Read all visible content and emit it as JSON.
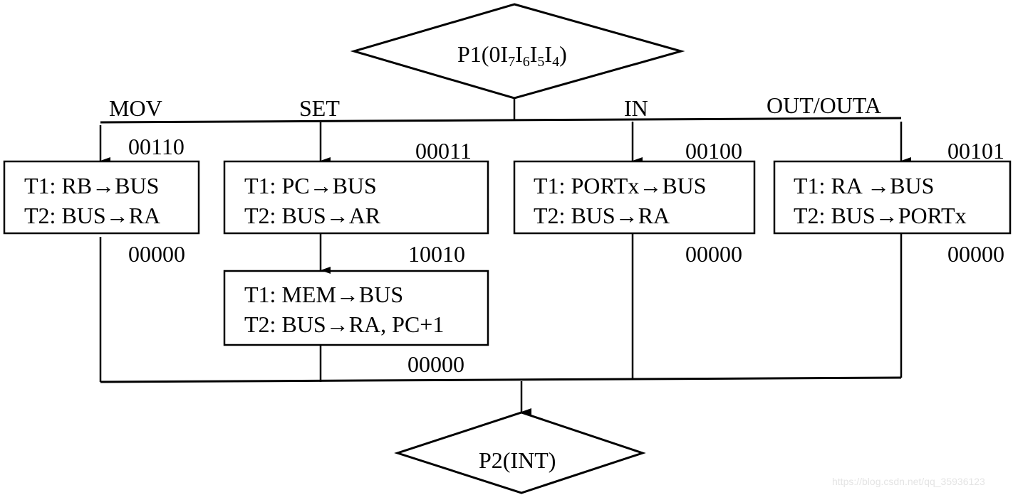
{
  "diagram": {
    "start_decision": {
      "prefix": "P1(0",
      "bits": [
        {
          "base": "I",
          "sub": "7"
        },
        {
          "base": "I",
          "sub": "6"
        },
        {
          "base": "I",
          "sub": "5"
        },
        {
          "base": "I",
          "sub": "4"
        }
      ],
      "suffix": ")"
    },
    "end_decision": {
      "label": "P2(INT)"
    },
    "branches": [
      {
        "name": "MOV",
        "entry_code": "00110",
        "exit_code": "00000",
        "steps": [
          {
            "line1": "T1: RB→BUS",
            "line2": "T2: BUS→RA"
          }
        ]
      },
      {
        "name": "SET",
        "entry_code": "00011",
        "mid_code": "10010",
        "exit_code": "00000",
        "steps": [
          {
            "line1": "T1: PC→BUS",
            "line2": "T2: BUS→AR"
          },
          {
            "line1": "T1: MEM→BUS",
            "line2": "T2: BUS→RA, PC+1"
          }
        ]
      },
      {
        "name": "IN",
        "entry_code": "00100",
        "exit_code": "00000",
        "steps": [
          {
            "line1": "T1: PORTx→BUS",
            "line2": "T2: BUS→RA"
          }
        ]
      },
      {
        "name": "OUT/OUTA",
        "entry_code": "00101",
        "exit_code": "00000",
        "steps": [
          {
            "line1": "T1: RA →BUS",
            "line2": "T2: BUS→PORTx"
          }
        ]
      }
    ],
    "watermark": "https://blog.csdn.net/qq_35936123"
  }
}
